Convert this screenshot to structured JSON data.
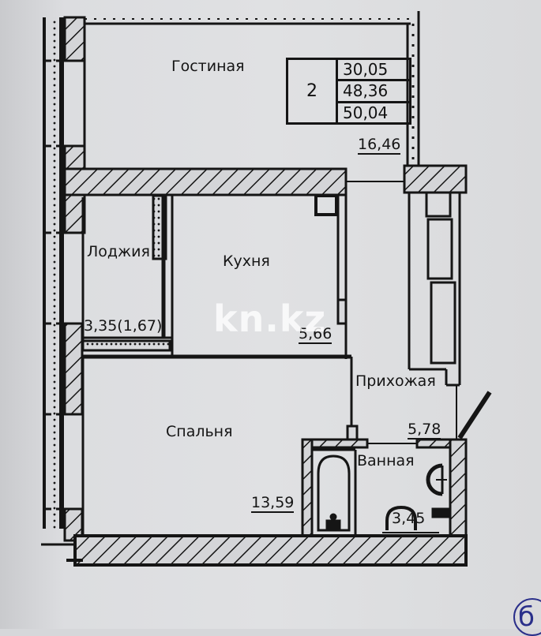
{
  "plan": {
    "summary_table": {
      "rooms_count": "2",
      "living_area": "30,05",
      "total_area": "48,36",
      "total_area_with_loggia": "50,04"
    },
    "rooms": [
      {
        "id": "living",
        "name": "Гостиная",
        "area": "16,46"
      },
      {
        "id": "loggia",
        "name": "Лоджия",
        "area": "3,35(1,67)"
      },
      {
        "id": "kitchen",
        "name": "Кухня",
        "area": "5,66"
      },
      {
        "id": "hallway",
        "name": "Прихожая",
        "area": "5,78"
      },
      {
        "id": "bedroom",
        "name": "Спальня",
        "area": "13,59"
      },
      {
        "id": "bathroom",
        "name": "Ванная",
        "area": "3,45"
      }
    ],
    "watermark": "kn.kz",
    "signature_mark": "б",
    "colors": {
      "paper": "#dcdde0",
      "ink": "#151515",
      "signature_ink": "#2a2f8a"
    }
  }
}
